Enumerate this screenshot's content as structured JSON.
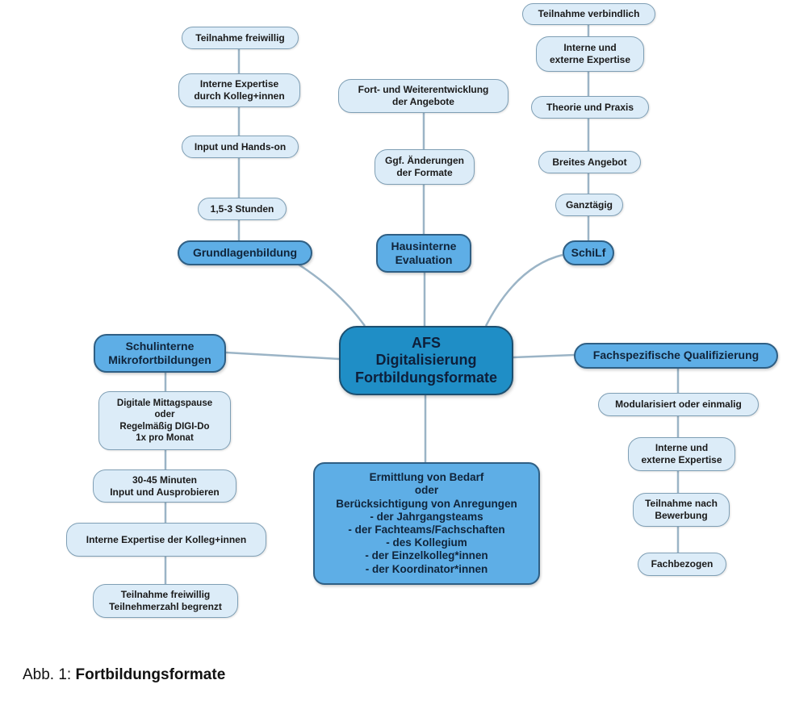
{
  "center": {
    "label": "AFS\nDigitalisierung\nFortbildungsformate"
  },
  "branches": {
    "grundlagen": {
      "label": "Grundlagenbildung",
      "items": [
        "Teilnahme freiwillig",
        "Interne Expertise\ndurch Kolleg+innen",
        "Input und Hands-on",
        "1,5-3 Stunden"
      ]
    },
    "evaluation": {
      "label": "Hausinterne\nEvaluation",
      "items": [
        "Fort- und Weiterentwicklung\nder Angebote",
        "Ggf. Änderungen\nder Formate"
      ]
    },
    "schilf": {
      "label": "SchiLf",
      "items": [
        "Teilnahme verbindlich",
        "Interne und\nexterne Expertise",
        "Theorie und Praxis",
        "Breites Angebot",
        "Ganztägig"
      ]
    },
    "mikro": {
      "label": "Schulinterne\nMikrofortbildungen",
      "items": [
        "Digitale Mittagspause\noder\nRegelmäßig DIGI-Do\n1x pro Monat",
        "30-45 Minuten\nInput und Ausprobieren",
        "Interne Expertise der Kolleg+innen",
        "Teilnahme freiwillig\nTeilnehmerzahl begrenzt"
      ]
    },
    "fach": {
      "label": "Fachspezifische Qualifizierung",
      "items": [
        "Modularisiert oder einmalig",
        "Interne und\nexterne Expertise",
        "Teilnahme nach\nBewerbung",
        "Fachbezogen"
      ]
    },
    "bedarf": {
      "label": "Ermittlung von Bedarf\noder\nBerücksichtigung von Anregungen\n-  der Jahrgangsteams\n- der Fachteams/Fachschaften\n- des Kollegium\n- der Einzelkolleg*innen\n- der Koordinator*innen"
    }
  },
  "caption": {
    "prefix": "Abb. 1: ",
    "title": "Fortbildungsformate"
  },
  "colors": {
    "center_fill": "#1f8ec6",
    "branch_fill": "#5eaee6",
    "leaf_fill": "#dcecf8",
    "connector": "#9bb4c6"
  }
}
